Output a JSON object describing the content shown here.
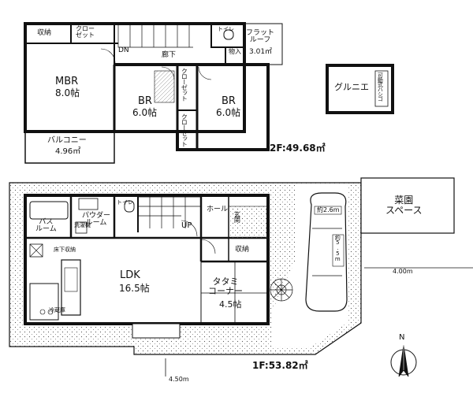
{
  "floor2": {
    "storage": "収納",
    "closet_top": "クロー\nゼット",
    "restroom": "トイレ",
    "flat_roof": "フラット\nルーフ",
    "flat_roof_area": "3.01㎡",
    "dn": "DN",
    "hallway": "廊下",
    "items": "物入",
    "mbr": "MBR",
    "mbr_size": "8.0帖",
    "br1": "BR",
    "br1_size": "6.0帖",
    "br2": "BR",
    "br2_size": "6.0帖",
    "closet_a": "クローゼット",
    "closet_b": "クローゼット",
    "balcony": "バルコニー",
    "balcony_area": "4.96㎡",
    "total": "2F:49.68㎡"
  },
  "loft": {
    "name": "グルニエ",
    "ladder": "可動式ハシゴ"
  },
  "floor1": {
    "bath": "バス\nルーム",
    "powder": "パウダー\nルーム",
    "laundry": "洗濯機",
    "restroom": "トイレ",
    "up": "UP",
    "hall": "ホール",
    "entrance": "玄関",
    "floor_storage": "床下収納",
    "storage": "収納",
    "ldk": "LDK",
    "ldk_size": "16.5帖",
    "tatami": "タタミ\nコーナー",
    "tatami_size": "4.5帖",
    "fridge": "冷蔵庫",
    "total": "1F:53.82㎡"
  },
  "exterior": {
    "garden": "菜園\nスペース",
    "car_width": "約2.6m",
    "car_length": "約5.5m",
    "road_east": "4.00m",
    "road_south": "4.50m",
    "north": "N"
  }
}
